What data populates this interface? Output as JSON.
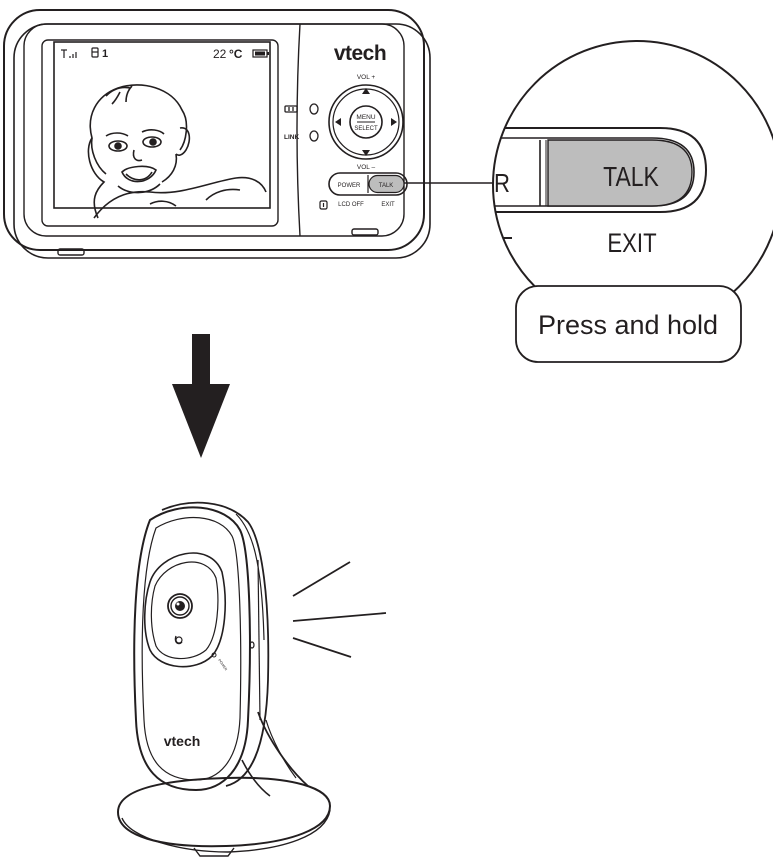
{
  "parent_unit": {
    "brand": "vtech",
    "screen": {
      "channel_label": "1",
      "temperature": "22",
      "temperature_unit": "°C"
    },
    "indicators": {
      "link_label": "LINK"
    },
    "nav": {
      "vol_up_label": "VOL +",
      "vol_down_label": "VOL –",
      "menu_label": "MENU",
      "select_label": "SELECT"
    },
    "buttons": {
      "power_label": "POWER",
      "talk_label": "TALK",
      "lcd_off_label": "LCD OFF",
      "exit_label": "EXIT"
    }
  },
  "callout": {
    "talk_label": "TALK",
    "exit_label": "EXIT",
    "partial_label": "R",
    "instruction": "Press and hold"
  },
  "baby_unit": {
    "brand": "vtech",
    "power_label": "POWER"
  },
  "colors": {
    "outline": "#231f20",
    "talk_button_fill": "#bdbdbd",
    "background": "#ffffff"
  }
}
